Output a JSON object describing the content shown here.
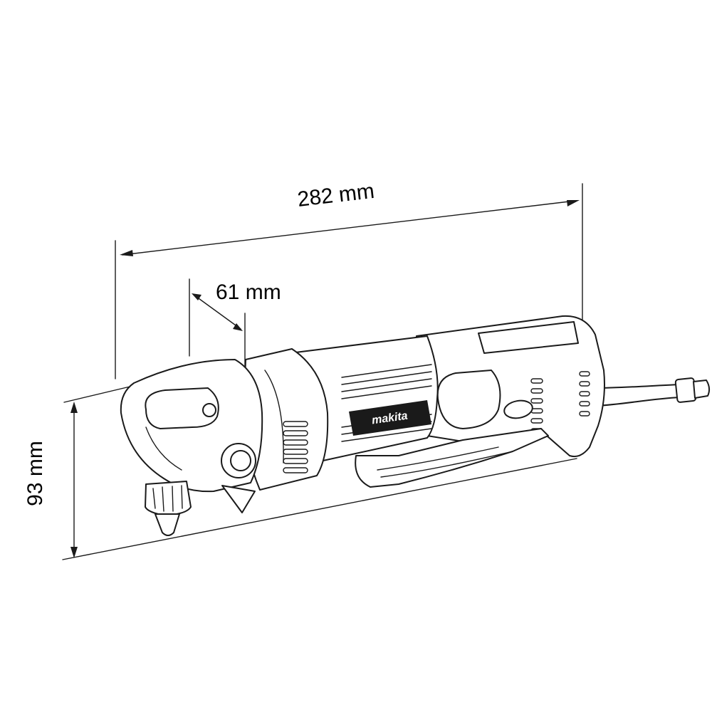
{
  "dimensions": {
    "overall_length": "282 mm",
    "head_length": "61 mm",
    "height": "93 mm"
  },
  "logo": {
    "text": "makita"
  },
  "colors": {
    "line": "#1a1a1a",
    "logo_badge": "#1a1a1a",
    "background": "#ffffff"
  }
}
